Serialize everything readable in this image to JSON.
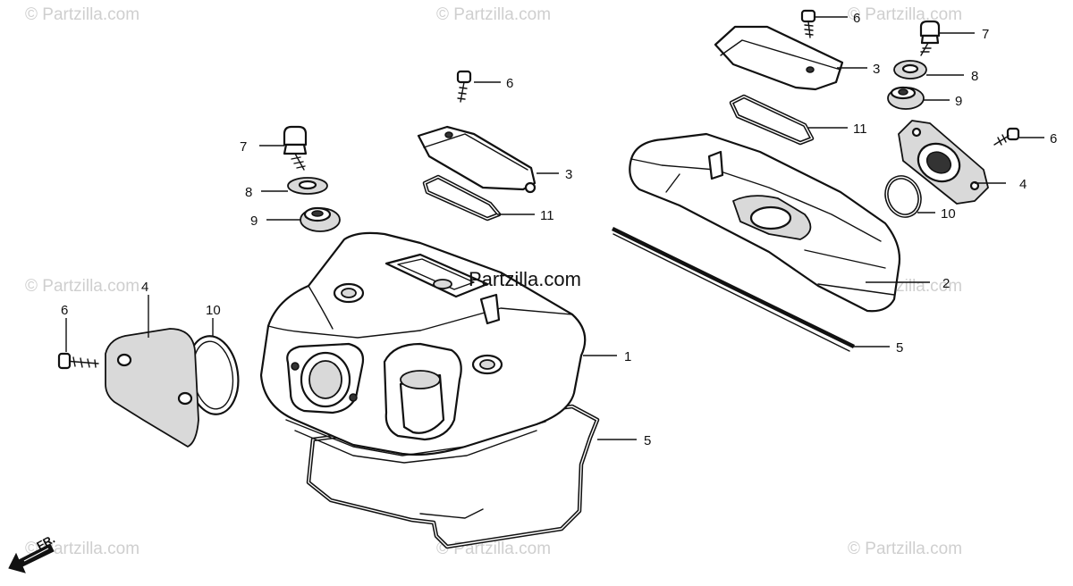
{
  "watermarks": {
    "text": "© Partzilla.com",
    "main": "Partzilla.com"
  },
  "orientation": {
    "label": "FR."
  },
  "callouts": {
    "c1": "1",
    "c2": "2",
    "c3_left": "3",
    "c3_right": "3",
    "c4_left": "4",
    "c4_right": "4",
    "c5_left": "5",
    "c5_right": "5",
    "c6_top_mid": "6",
    "c6_top_right": "6",
    "c6_right": "6",
    "c6_left": "6",
    "c7_left": "7",
    "c7_right": "7",
    "c8_left": "8",
    "c8_right": "8",
    "c9_left": "9",
    "c9_right": "9",
    "c10_left": "10",
    "c10_right": "10",
    "c11_left": "11",
    "c11_right": "11"
  }
}
